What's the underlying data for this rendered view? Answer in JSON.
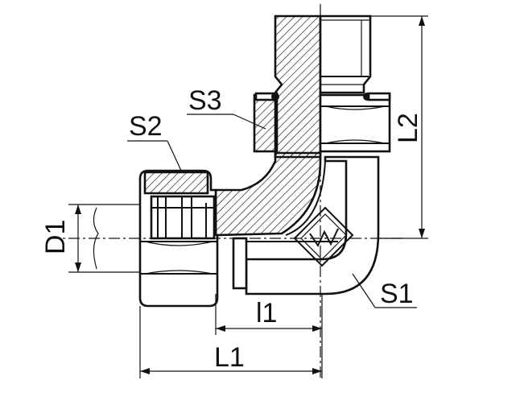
{
  "labels": {
    "s1": "S1",
    "s2": "S2",
    "s3": "S3",
    "d1": "D1",
    "l1_small": "l1",
    "l1": "L1",
    "l2": "L2"
  },
  "colors": {
    "line": "#111111",
    "background": "#ffffff"
  }
}
